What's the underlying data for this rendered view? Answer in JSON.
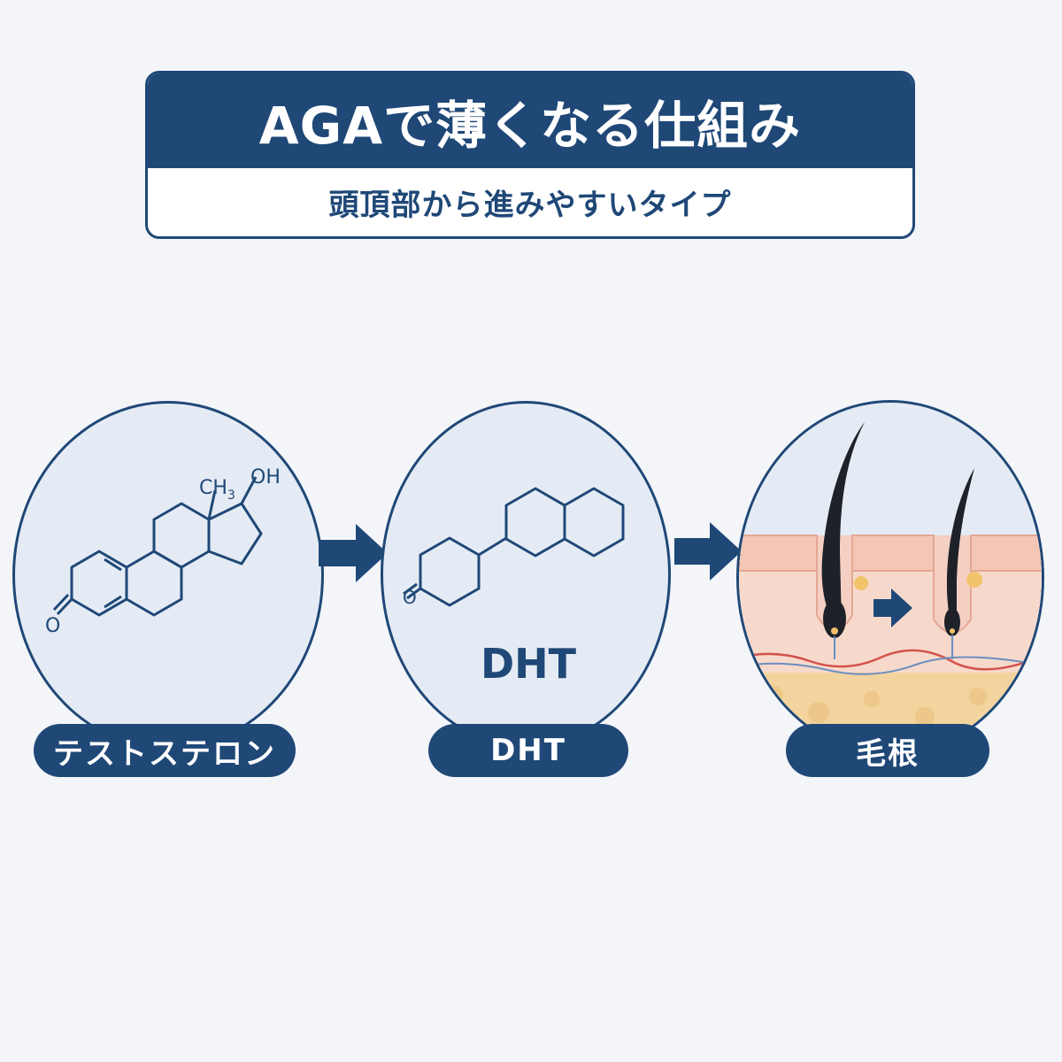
{
  "header": {
    "title": "AGAで薄くなる仕組み",
    "subtitle": "頭頂部から進みやすいタイプ"
  },
  "steps": [
    {
      "label": "テストステロン",
      "molecule_labels": {
        "oh": "OH",
        "ch3": "CH",
        "ch3_sub": "3",
        "o": "O"
      }
    },
    {
      "label": "DHT",
      "inner_text": "DHT",
      "molecule_labels": {
        "o": "O"
      }
    },
    {
      "label": "毛根"
    }
  ],
  "colors": {
    "navy": "#1f4877",
    "background": "#f3f5f9",
    "circle_fill": "#e5ebf4",
    "skin": "#f7d9cc",
    "fat": "#f3d49e",
    "hair": "#1e2228"
  },
  "icons": [
    "right-arrow-icon",
    "hair-follicle-icon"
  ]
}
